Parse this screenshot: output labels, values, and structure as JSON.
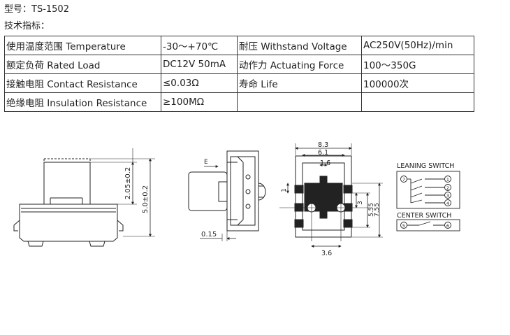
{
  "model_line": "型号：TS-1502",
  "spec_heading": "技术指标：",
  "specs": [
    [
      "使用温度范围 Temperature",
      "-30～+70℃",
      "耐压 Withstand Voltage",
      "AC250V(50Hz)/min"
    ],
    [
      "额定负荷 Rated Load",
      "DC12V 50mA",
      "动作力 Actuating Force",
      "100～350G"
    ],
    [
      "接触电阻 Contact Resistance",
      "≤0.03Ω",
      "寿命 Life",
      "100000次"
    ],
    [
      "绝缘电阻 Insulation Resistance",
      "≥100MΩ",
      "",
      ""
    ]
  ],
  "drawing": {
    "side_dim_2_05": "2.05±0.2",
    "side_dim_5_0": "5.0±0.2",
    "front_dim_0_15": "0.15",
    "front_arrow_label": "E",
    "dim_8_3": "8.3",
    "dim_6_1": "6.1",
    "dim_1_6": "1.6",
    "dim_1": "1",
    "dim_3": "3",
    "dim_5_55": "5.55",
    "dim_7_55": "7.55",
    "dim_3_6": "3.6",
    "leaning_switch_label": "LEANING SWITCH",
    "center_switch_label": "CENTER SWITCH",
    "pin_7": "7",
    "pin_1": "1",
    "pin_2": "2",
    "pin_3": "3",
    "pin_4": "4",
    "pin_5": "5",
    "pin_6": "6"
  }
}
